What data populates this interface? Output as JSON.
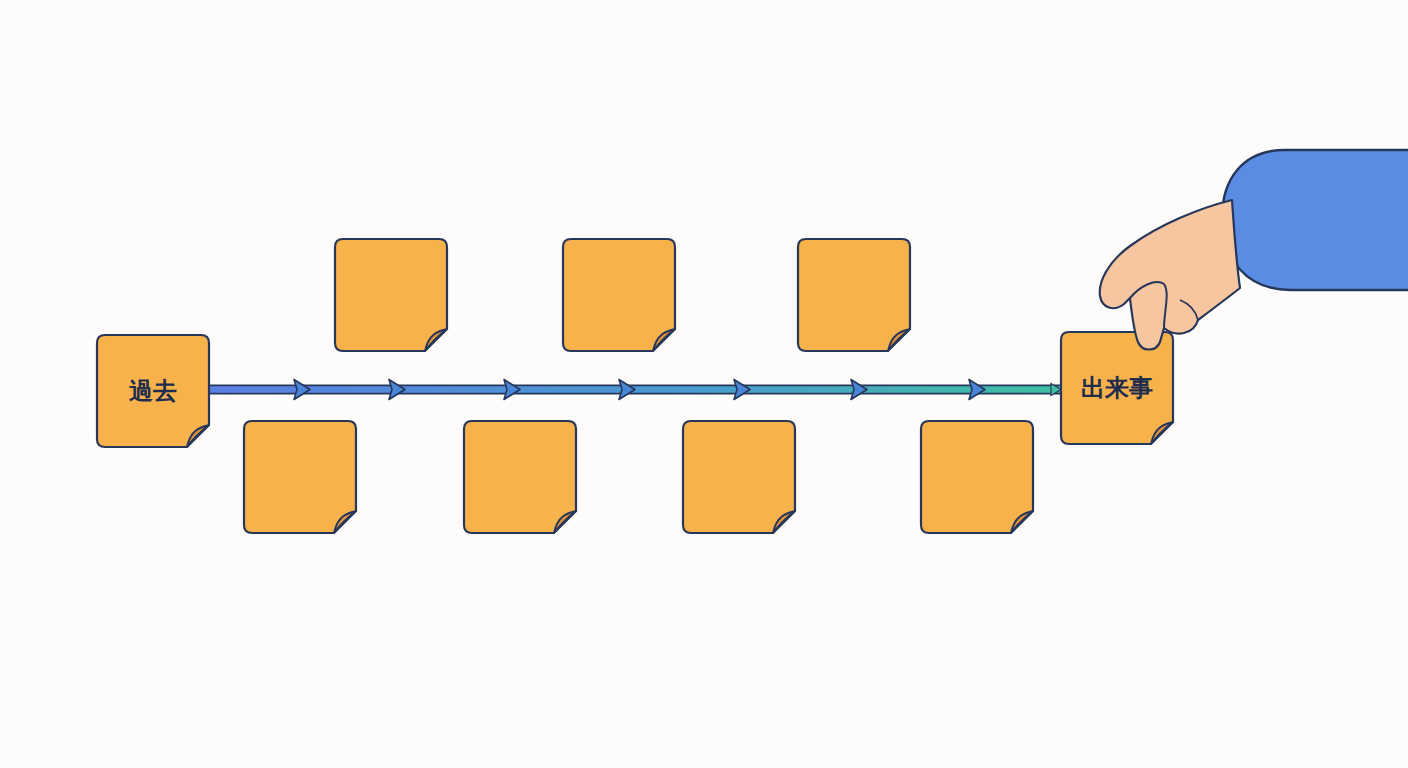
{
  "diagram": {
    "nodes": [
      {
        "text": [
          "過去"
        ]
      },
      {
        "text": [
          "出来事"
        ]
      }
    ],
    "edges": [
      {
        "from": 0,
        "to": 1,
        "arrow": "to"
      }
    ]
  }
}
